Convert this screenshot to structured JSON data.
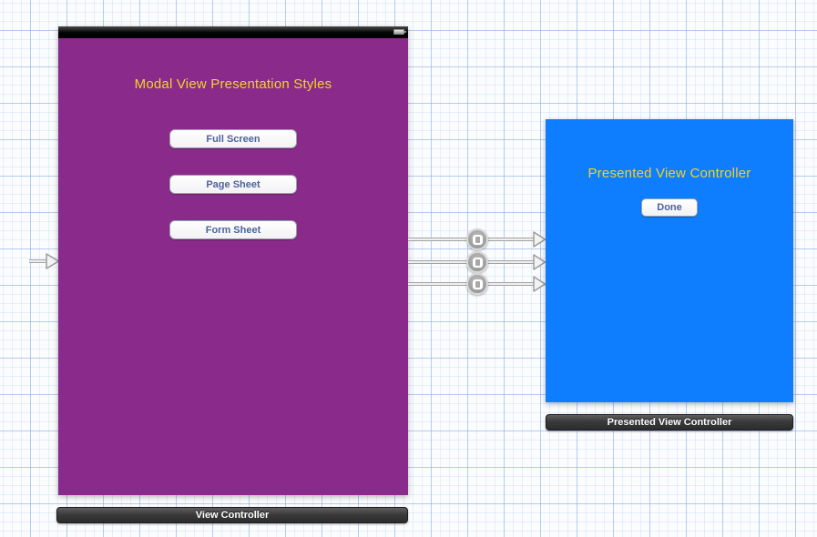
{
  "scenes": {
    "left": {
      "dock_label": "View Controller",
      "view": {
        "background_color": "#8A2B8B",
        "title": "Modal View Presentation Styles",
        "title_color": "#F2D328",
        "buttons": [
          {
            "label": "Full Screen"
          },
          {
            "label": "Page Sheet"
          },
          {
            "label": "Form Sheet"
          }
        ]
      },
      "status_bar": {
        "color": "#000000",
        "battery_icon": "battery-icon"
      }
    },
    "right": {
      "dock_label": "Presented View Controller",
      "view": {
        "background_color": "#0E7DFE",
        "title": "Presented View Controller",
        "title_color": "#F2D328",
        "buttons": [
          {
            "label": "Done"
          }
        ]
      }
    }
  },
  "connections": {
    "initial_view_controller_arrow": {
      "direction": "right"
    },
    "segues": [
      {
        "style": "modal",
        "icon": "modal-segue-badge-icon"
      },
      {
        "style": "modal",
        "icon": "modal-segue-badge-icon"
      },
      {
        "style": "modal",
        "icon": "modal-segue-badge-icon"
      }
    ]
  },
  "colors": {
    "button_text": "#4F639B",
    "dock_bar": "#3A3A3A",
    "grid_major": "#8CAFE6",
    "grid_minor": "#A0BEEB",
    "canvas_background": "#FBFCFE"
  }
}
